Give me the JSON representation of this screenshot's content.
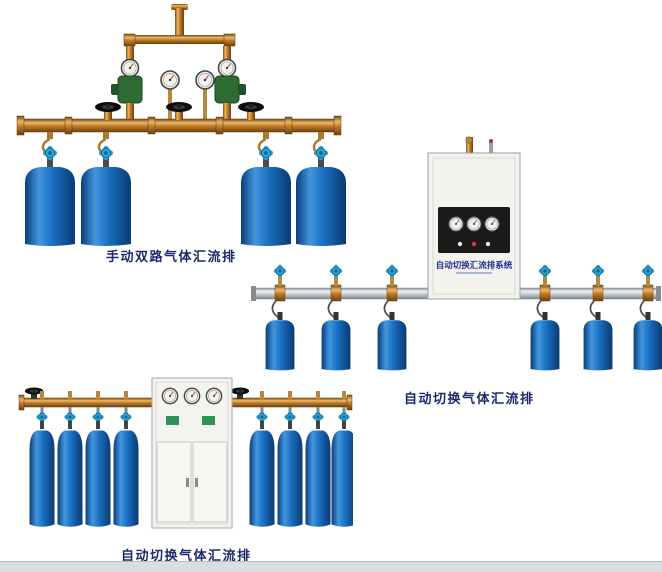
{
  "page": {
    "background": "#ffffff",
    "description": "gas manifold product catalog images"
  },
  "products": [
    {
      "id": "manual-dual-gas-manifold",
      "caption": "手动双路气体汇流排",
      "cylinders": 4,
      "gauges": 4,
      "handwheel_valves": 3
    },
    {
      "id": "auto-switch-gas-manifold",
      "caption": "自动切换气体汇流排",
      "cabinet_label": "自动切换汇流排系统",
      "cylinders": 6,
      "gauges": 3
    },
    {
      "id": "auto-switch-gas-manifold-floor-cabinet",
      "caption": "自动切换气体汇流排",
      "cylinders": 8,
      "gauges": 3
    }
  ],
  "colors": {
    "cylinder_blue": "#1a6fc0",
    "brass_pipe": "#c07c26",
    "steel_pipe": "#b9c0c5",
    "cabinet_body": "#f3f3ee",
    "valve_knob_teal": "#2aa6d2",
    "caption_text": "#1b2a6b",
    "regulator_green": "#2e6b33"
  }
}
